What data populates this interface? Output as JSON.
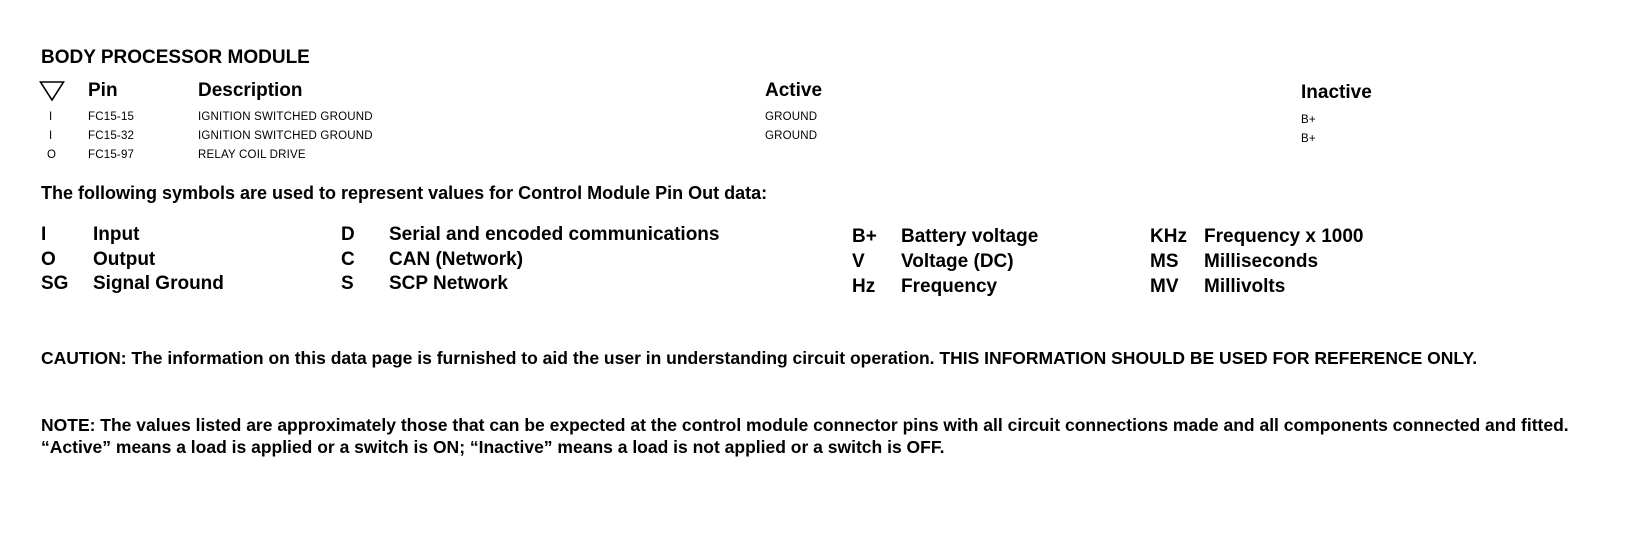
{
  "title": "BODY PROCESSOR MODULE",
  "table": {
    "headers": {
      "direction_icon": "triangle-down-icon",
      "pin": "Pin",
      "description": "Description",
      "active": "Active",
      "inactive": "Inactive"
    },
    "rows": [
      {
        "dir": "I",
        "pin": "FC15-15",
        "description": "IGNITION SWITCHED GROUND",
        "active": "GROUND",
        "inactive": "B+"
      },
      {
        "dir": "I",
        "pin": "FC15-32",
        "description": "IGNITION SWITCHED GROUND",
        "active": "GROUND",
        "inactive": "B+"
      },
      {
        "dir": "O",
        "pin": "FC15-97",
        "description": "RELAY COIL DRIVE",
        "active": "",
        "inactive": ""
      }
    ]
  },
  "legend_intro": "The following symbols are used to represent values for Control Module Pin Out data:",
  "legend": {
    "col1": [
      {
        "sym": "I",
        "text": "Input"
      },
      {
        "sym": "O",
        "text": "Output"
      },
      {
        "sym": "SG",
        "text": "Signal Ground"
      }
    ],
    "col2": [
      {
        "sym": "D",
        "text": "Serial and encoded communications"
      },
      {
        "sym": "C",
        "text": "CAN (Network)"
      },
      {
        "sym": "S",
        "text": "SCP Network"
      }
    ],
    "col3": [
      {
        "sym": "B+",
        "text": "Battery voltage"
      },
      {
        "sym": "V",
        "text": "Voltage (DC)"
      },
      {
        "sym": "Hz",
        "text": "Frequency"
      }
    ],
    "col4": [
      {
        "sym": "KHz",
        "text": "Frequency x 1000"
      },
      {
        "sym": "MS",
        "text": "Milliseconds"
      },
      {
        "sym": "MV",
        "text": "Millivolts"
      }
    ]
  },
  "caution": "CAUTION: The information on this data page is furnished to aid the user in understanding circuit operation.  THIS INFORMATION SHOULD BE USED FOR REFERENCE ONLY.",
  "note": "NOTE: The values listed are approximately those that can be expected at the control module connector pins with all circuit connections made and all components connected and fitted.  “Active” means a load is applied or a switch is ON; “Inactive” means a load is not applied or a switch is OFF."
}
